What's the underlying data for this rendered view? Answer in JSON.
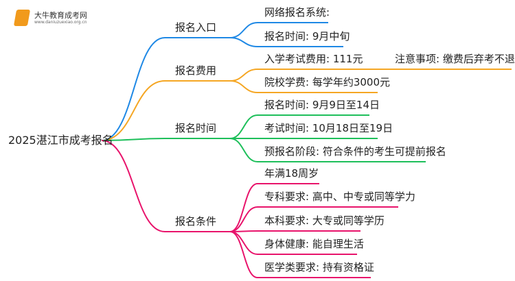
{
  "logo": {
    "name": "大牛教育成考网",
    "url": "www.daniuzuexiao.org.cn"
  },
  "root": "2025湛江市成考报名",
  "colors": {
    "blue": "#1e88e5",
    "orange": "#f5a623",
    "green": "#1dbf5a",
    "pink": "#e8136b"
  },
  "branches": [
    {
      "label": "报名入口",
      "items": [
        "网络报名系统:",
        "报名时间: 9月中旬"
      ]
    },
    {
      "label": "报名费用",
      "items": [
        "入学考试费用: 111元",
        "院校学费: 每学年约3000元"
      ],
      "note": "注意事项: 缴费后弃考不退费"
    },
    {
      "label": "报名时间",
      "items": [
        "报名时间: 9月9日至14日",
        "考试时间: 10月18日至19日",
        "预报名阶段: 符合条件的考生可提前报名"
      ]
    },
    {
      "label": "报名条件",
      "items": [
        "年满18周岁",
        "专科要求: 高中、中专或同等学力",
        "本科要求: 大专或同等学历",
        "身体健康: 能自理生活",
        "医学类要求: 持有资格证"
      ]
    }
  ]
}
